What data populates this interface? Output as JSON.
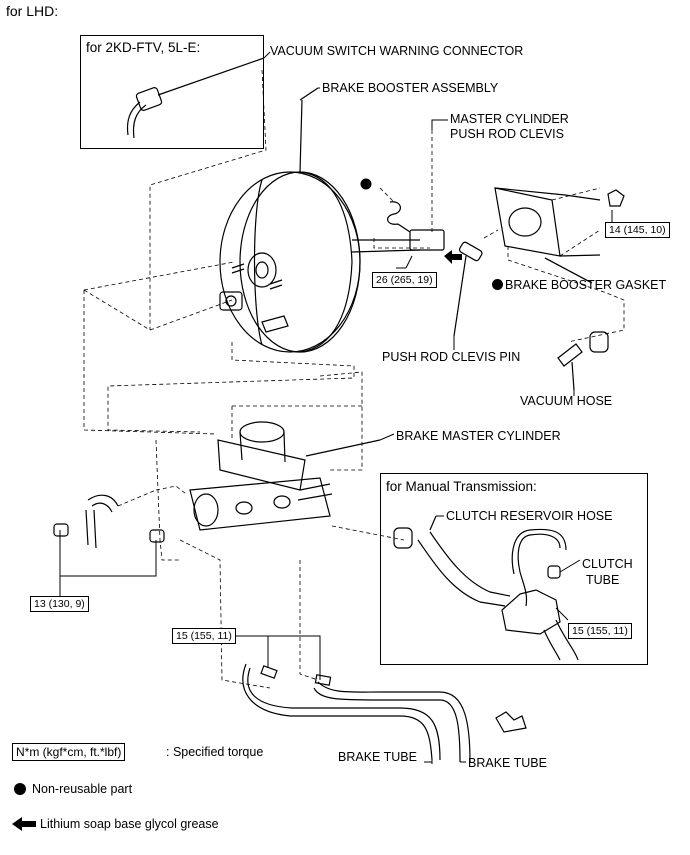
{
  "header": {
    "title": "for LHD:"
  },
  "insets": {
    "engine": {
      "title": "for 2KD-FTV, 5L-E:"
    },
    "manual": {
      "title": "for Manual Transmission:"
    }
  },
  "labels": {
    "vacuum_switch_connector": "VACUUM SWITCH WARNING CONNECTOR",
    "brake_booster_assembly": "BRAKE BOOSTER ASSEMBLY",
    "master_cylinder_clevis_line1": "MASTER CYLINDER",
    "master_cylinder_clevis_line2": "PUSH ROD CLEVIS",
    "brake_booster_gasket": "BRAKE BOOSTER GASKET",
    "push_rod_clevis_pin": "PUSH ROD CLEVIS PIN",
    "vacuum_hose": "VACUUM HOSE",
    "brake_master_cylinder": "BRAKE MASTER CYLINDER",
    "clutch_reservoir_hose": "CLUTCH RESERVOIR HOSE",
    "clutch_tube_line1": "CLUTCH",
    "clutch_tube_line2": "TUBE",
    "brake_tube_1": "BRAKE TUBE",
    "brake_tube_2": "BRAKE TUBE"
  },
  "torques": {
    "clevis_nut": "26 (265, 19)",
    "booster_nut": "14 (145, 10)",
    "master_cyl_nut": "13 (130, 9)",
    "brake_tube_nut": "15 (155, 11)",
    "clutch_tube_nut": "15 (155, 11)"
  },
  "legend": {
    "torque_box": "N*m (kgf*cm, ft.*lbf)",
    "torque_text": ": Specified torque",
    "non_reusable": "Non-reusable part",
    "grease": "Lithium soap base glycol grease"
  }
}
